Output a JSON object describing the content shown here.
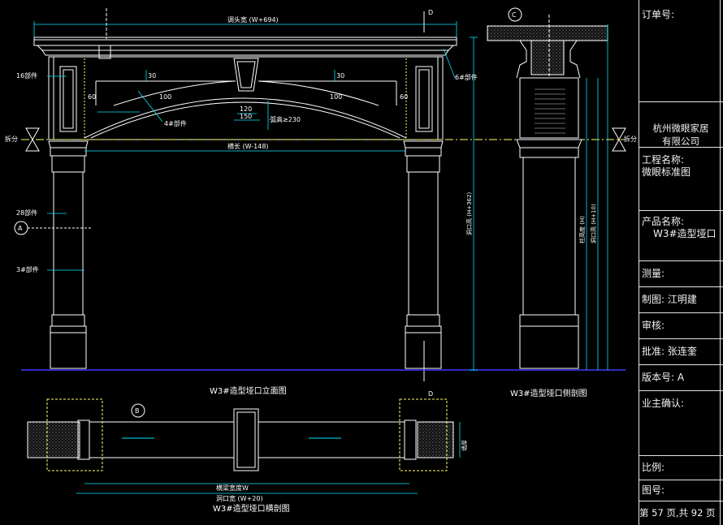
{
  "drawing": {
    "top_dim": "调头宽 (W+694)",
    "mid_dim": "横长 (W-148)",
    "plan_dim_outer": "洞口宽 (W+20)",
    "plan_dim_inner": "横梁宽度W",
    "callout_1": "16部件",
    "callout_2": "28部件",
    "callout_3": "3#部件",
    "callout_4": "6#部件",
    "callout_5": "4#部件",
    "break_label": "拆分",
    "dim_30": "30",
    "dim_60": "60",
    "dim_100": "100",
    "dim_120": "120",
    "dim_150": "150",
    "dim_arc": "弧高≥230",
    "dim_height_1": "洞口高 (H+362)",
    "dim_height_2": "洞口高 (H+10)",
    "dim_height_3": "柱高度 (H)",
    "dim_wall": "墙厚",
    "section_a": "A",
    "section_b": "B",
    "section_c": "C",
    "section_d": "D",
    "title_elevation": "W3#造型垭口立面图",
    "title_side": "W3#造型垭口侧剖图",
    "title_plan": "W3#造型垭口横剖图"
  },
  "title_block": {
    "order_no": "订单号:",
    "company": "杭州微眼家居\n有限公司",
    "project_label": "工程名称:",
    "project_value": "微眼标准图",
    "product_label": "产品名称:",
    "product_value": "W3#造型垭口",
    "measure": "测量:",
    "drawn": "制图: 江明建",
    "review": "审核:",
    "approve": "批准: 张连奎",
    "version": "版本号: A",
    "owner_confirm": "业主确认:",
    "scale": "比例:",
    "drawing_no": "图号:",
    "page": "第 57 页,共 92 页"
  },
  "colors": {
    "background": "#000000",
    "lines": "#ffffff",
    "dimension": "#00e5ff",
    "centerline": "#ffff66",
    "hatch": "#aaaaaa",
    "ground": "#3b3bff"
  }
}
